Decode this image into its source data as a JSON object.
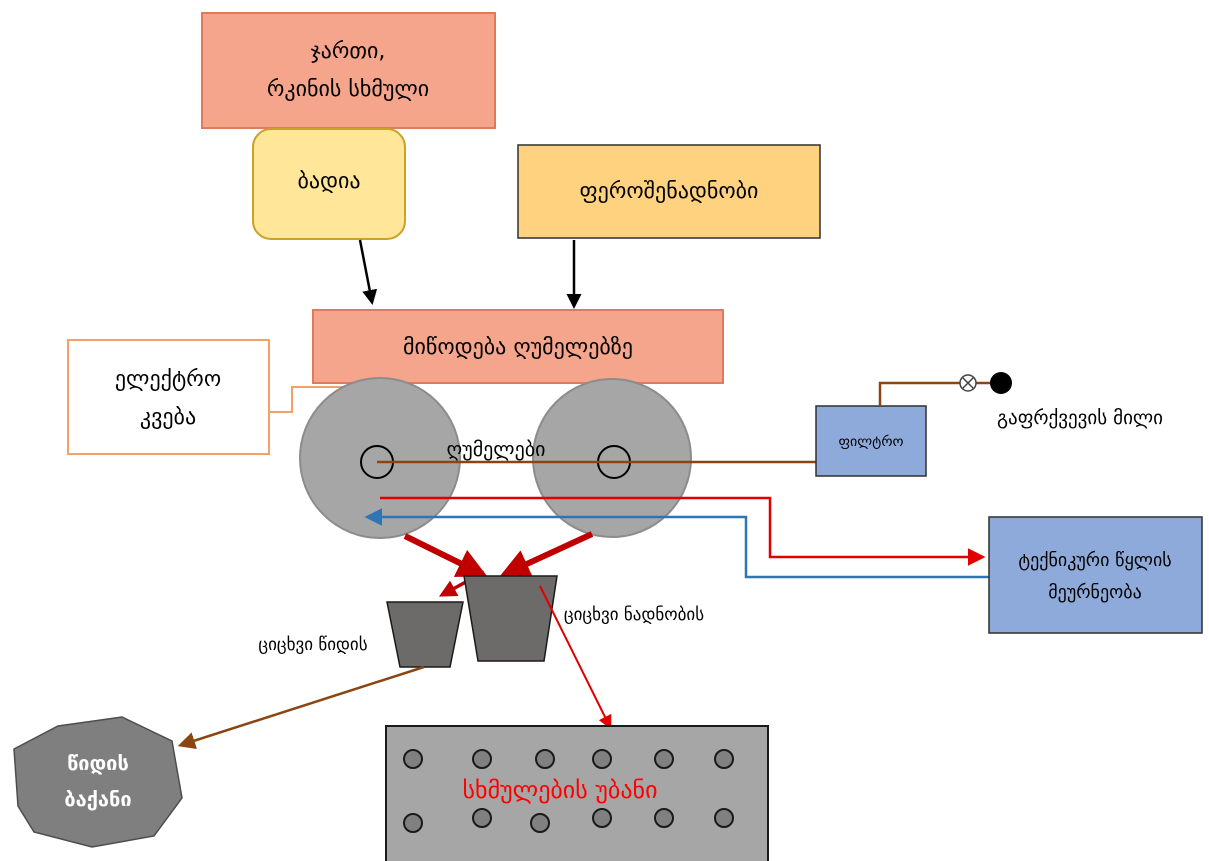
{
  "boxes": {
    "raw_material": [
      "ჯართი,",
      "რკინის სხმული"
    ],
    "flux": "ბადია",
    "ferroalloys": "ფეროშენადნობი",
    "feed": "მიწოდება ღუმელებზე",
    "power": [
      "ელექტრო",
      "კვება"
    ],
    "furnaces": "ღუმელები",
    "filter": "ფილტრო",
    "exhaust": "გაფრქვევის მილი",
    "water": [
      "ტექნიკური წყლის",
      "მეურნეობა"
    ],
    "slag_ladle": "ციცხვი წიდის",
    "alloy_ladle": "ციცხვი ნადნობის",
    "slag_dump": [
      "წიდის",
      "ბაქანი"
    ],
    "casting": "სხმულების უბანი"
  },
  "colors": {
    "salmon_fill": "#f4a58c",
    "salmon_border": "#e07a5f",
    "yellow_fill": "#ffe699",
    "yellow_border": "#c9a227",
    "orange_fill": "#ffd27f",
    "orange_border": "#2f2f2f",
    "power_border": "#f4a06a",
    "furnace_fill": "#a6a6a6",
    "filter_fill": "#8eaadb",
    "water_fill": "#8eaadb",
    "ladle_fill": "#6d6a6a",
    "dump_fill": "#7f7f7f",
    "casting_fill": "#a6a6a6",
    "red_arrow": "#c00000",
    "blue_line": "#2e75b6",
    "brown_line": "#8b4513",
    "casting_text": "#ff0000"
  }
}
